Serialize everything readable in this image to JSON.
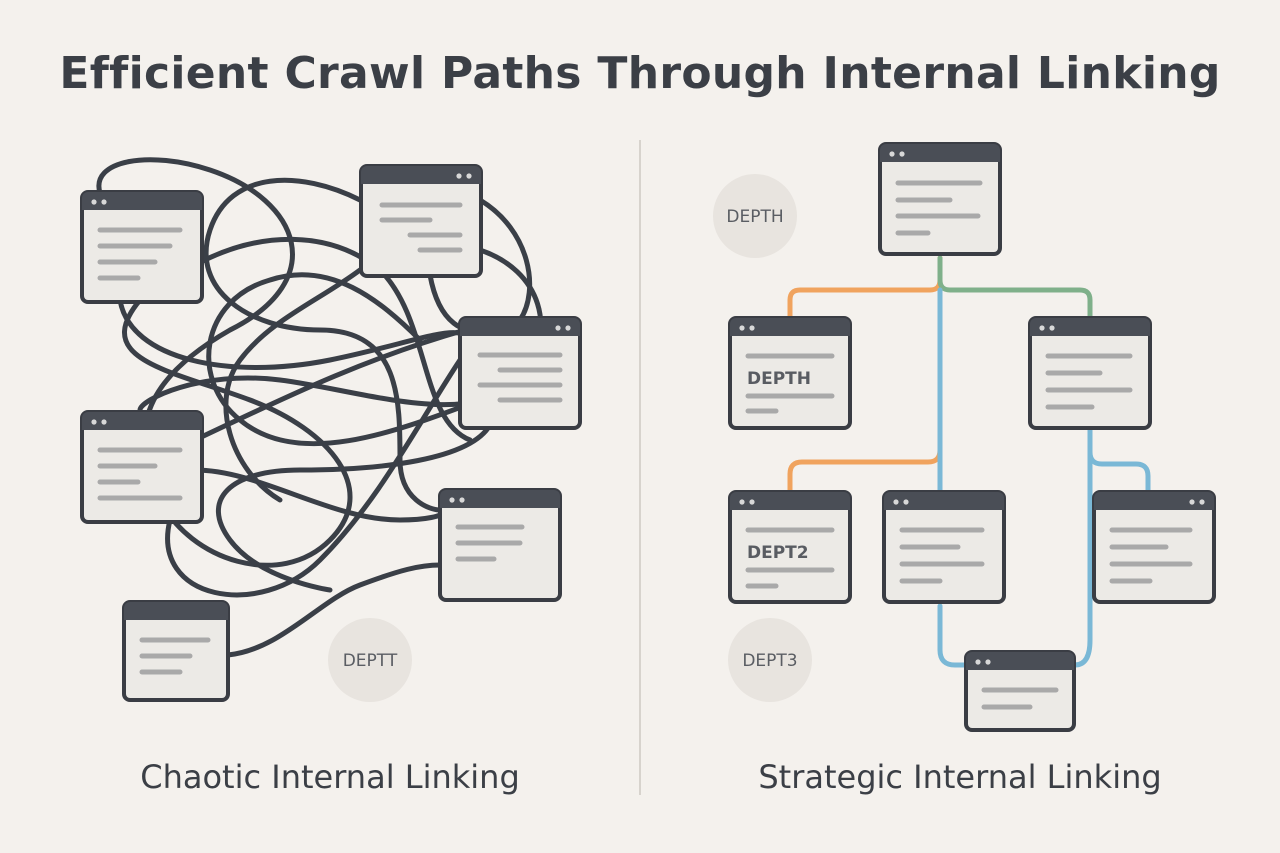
{
  "title": "Efficient Crawl Paths Through Internal Linking",
  "panels": {
    "left": {
      "caption": "Chaotic Internal Linking",
      "depth_badge": "DEPTT"
    },
    "right": {
      "caption": "Strategic Internal Linking",
      "depth_badge_top": "DEPTH",
      "depth_badge_bottom": "DEPT3",
      "page_label_level1": "DEPTH",
      "page_label_level2": "DEPT2"
    }
  },
  "colors": {
    "background": "#f4f1ed",
    "window_header": "#4a4e56",
    "window_border": "#3a3d44",
    "window_body": "#eceae6",
    "text_line": "#a9a9a9",
    "tangled_link": "#3a3f47",
    "link_orange": "#f0a35e",
    "link_green": "#7fb08a",
    "link_blue": "#7ab8d6",
    "badge_bg": "#e8e4df",
    "divider": "#d7d3cd"
  },
  "icons": {
    "page": "browser-window-icon",
    "window_dots": "window-dots-icon"
  }
}
